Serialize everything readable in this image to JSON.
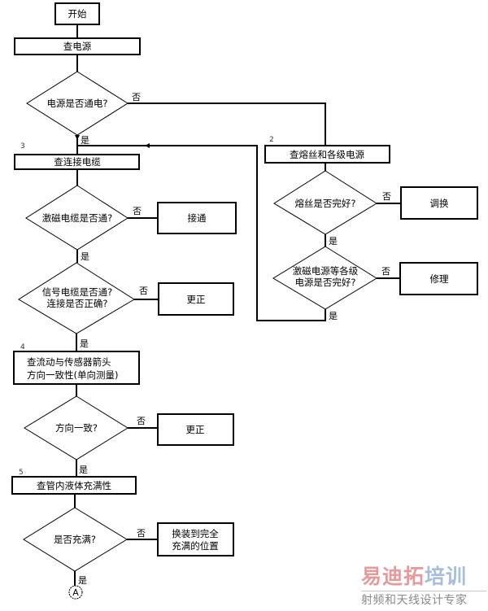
{
  "flowchart": {
    "labels": {
      "yes": "是",
      "no": "否"
    },
    "step_numbers": {
      "s2": "2",
      "s3": "3",
      "s4": "4",
      "s5": "5"
    },
    "connector_a": "A",
    "left": {
      "start": "开始",
      "check_power": "查电源",
      "q_power_on": "电源是否通电?",
      "check_cable": "查连接电缆",
      "q_excitation_cable": "激磁电缆是否通?",
      "action_connect": "接通",
      "q_signal_cable": [
        "信号电缆是否通?",
        "连接是否正确?"
      ],
      "action_correct_1": "更正",
      "check_flow_direction": [
        "查流动与传感器箭头",
        "方向一致性(单向测量)"
      ],
      "q_direction_match": "方向一致?",
      "action_correct_2": "更正",
      "check_pipe_full": "查管内液体充满性",
      "q_full": "是否充满?",
      "action_relocate": [
        "换装到完全",
        "充满的位置"
      ]
    },
    "right": {
      "check_fuse": "查熔丝和各级电源",
      "q_fuse_ok": "熔丝是否完好?",
      "action_replace": "调换",
      "q_supply_ok": [
        "激磁电源等各级",
        "电源是否完好?"
      ],
      "action_repair": "修理"
    }
  },
  "watermark": {
    "title_red": "易迪拓",
    "title_blue": "培训",
    "subtitle": "射频和天线设计专家",
    "colors": {
      "red": "#e59a9c",
      "blue": "#a7bedb",
      "subtitle": "#8a8a8a"
    }
  }
}
